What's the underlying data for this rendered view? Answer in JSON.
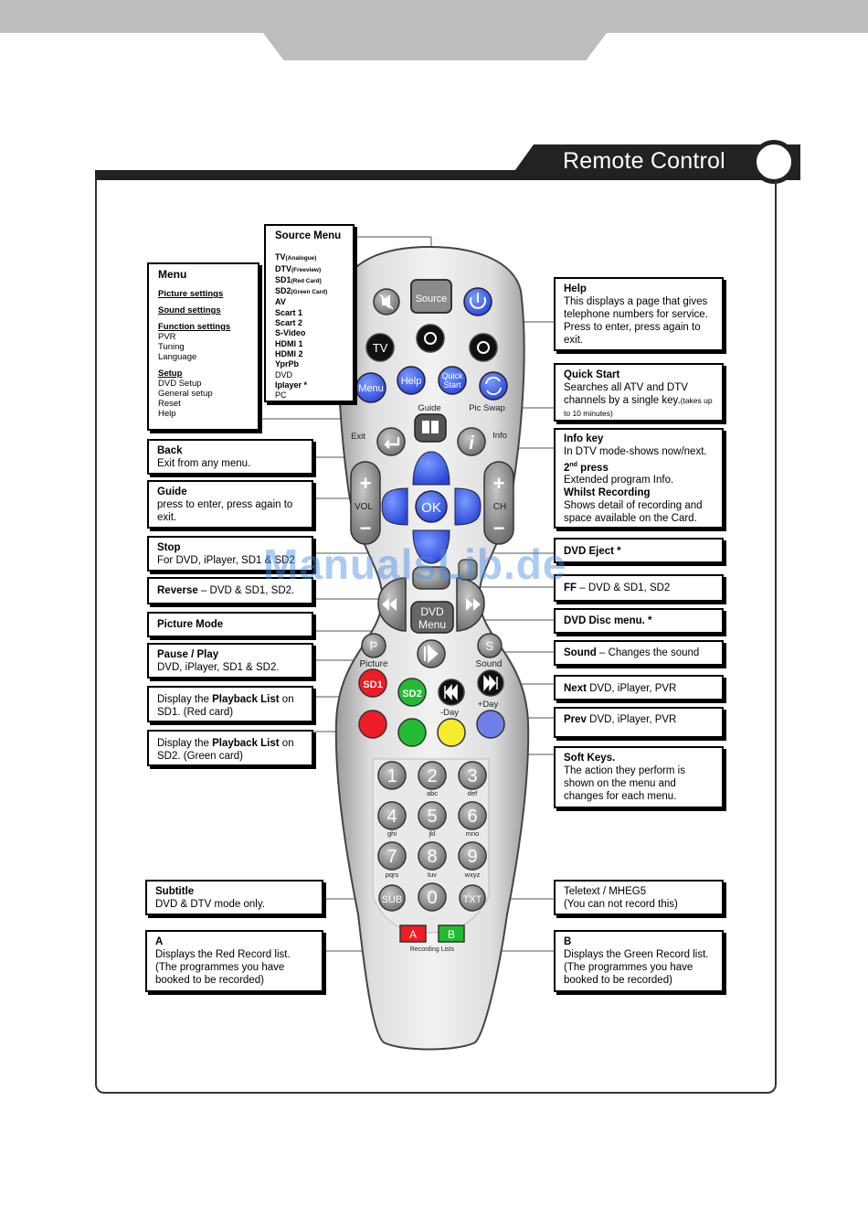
{
  "header": {
    "title": "Remote Control"
  },
  "watermark": "ManualsLib.de",
  "left_boxes": {
    "menu": {
      "title": "Menu",
      "picture": "Picture settings",
      "sound": "Sound settings",
      "function": "Function settings",
      "pvr": "PVR",
      "tuning": "Tuning",
      "language": "Language",
      "setup": "Setup",
      "dvd_setup": "DVD Setup",
      "general_setup": "General setup",
      "reset": "Reset",
      "help": "Help"
    },
    "back": {
      "title": "Back",
      "desc": "Exit from any menu."
    },
    "guide": {
      "title": "Guide",
      "desc": "press to enter, press again to exit."
    },
    "stop": {
      "title": "Stop",
      "desc": "For DVD, iPlayer, SD1 & SD2"
    },
    "reverse": {
      "title": "Reverse",
      "desc": " – DVD & SD1, SD2."
    },
    "picture_mode": {
      "title": "Picture Mode"
    },
    "pause": {
      "title": "Pause / Play",
      "desc": "DVD, iPlayer, SD1 & SD2."
    },
    "playlist_sd1": {
      "pre": "Display the ",
      "bold": "Playback List",
      "post": " on SD1. (Red card)"
    },
    "playlist_sd2": {
      "pre": "Display the ",
      "bold": "Playback List",
      "post": " on SD2. (Green card)"
    },
    "subtitle": {
      "title": "Subtitle",
      "desc": "DVD & DTV mode only."
    },
    "a": {
      "title": "A",
      "desc": "Displays the Red Record list. (The programmes you have booked to be recorded)"
    }
  },
  "source_menu": {
    "title": "Source Menu",
    "tv": "TV",
    "tv_note": "(Analogue)",
    "dtv": "DTV",
    "dtv_note": "(Freeview)",
    "sd1": "SD1",
    "sd1_note": "(Red Card)",
    "sd2": "SD2",
    "sd2_note": "(Green Card)",
    "av": "AV",
    "scart1": "Scart 1",
    "scart2": "Scart 2",
    "svideo": "S-Video",
    "hdmi1": "HDMI 1",
    "hdmi2": "HDMI 2",
    "ypbpr": "YprPb",
    "dvd": "DVD",
    "iplayer": "Iplayer  *",
    "pc": "PC"
  },
  "right_boxes": {
    "help": {
      "title": "Help",
      "desc": "This displays a page that gives telephone numbers  for service. Press to enter, press again to exit."
    },
    "quick_start": {
      "title": "Quick Start",
      "desc": "Searches all ATV and DTV channels by a single key.",
      "note": "(takes up to 10 minutes)"
    },
    "info": {
      "title": "Info key",
      "l1": "In DTV mode-shows now/next.",
      "l2a": "2",
      "l2sup": "nd",
      "l2b": " press",
      "l3": "Extended program Info.",
      "l4": "Whilst  Recording",
      "l5": "Shows detail of recording and space available on the Card."
    },
    "dvd_eject": {
      "title": "DVD Eject *"
    },
    "ff": {
      "title": "FF",
      "desc": " – DVD & SD1, SD2"
    },
    "dvd_disc_menu": {
      "title": "DVD Disc menu. *"
    },
    "sound": {
      "title": "Sound",
      "desc": " – Changes the sound"
    },
    "next": {
      "title": "Next",
      "desc": "  DVD, iPlayer, PVR"
    },
    "prev": {
      "title": "Prev",
      "desc": "  DVD, iPlayer, PVR"
    },
    "soft_keys": {
      "title": "Soft Keys.",
      "desc": "The action they perform is shown on the menu and changes for each menu."
    },
    "teletext": {
      "title": "Teletext / MHEG5",
      "desc": "(You can not record this)"
    },
    "b": {
      "title": "B",
      "desc": "Displays the Green Record list. (The programmes you have booked to be recorded)"
    }
  },
  "remote": {
    "source": "Source",
    "help": "Help",
    "quick1": "Quick",
    "quick2": "Start",
    "menu": "Menu",
    "tv": "TV",
    "guide": "Guide",
    "exit": "Exit",
    "info": "Info",
    "pic_swap": "Pic Swap",
    "vol": "VOL",
    "ch": "CH",
    "ok": "OK",
    "dvd1": "DVD",
    "dvd2": "Menu",
    "p": "P",
    "s": "S",
    "picture": "Picture",
    "sound": "Sound",
    "sd1": "SD1",
    "sd2": "SD2",
    "minus_day": "-Day",
    "plus_day": "+Day",
    "k1": "1",
    "k2": "2",
    "k3": "3",
    "k4": "4",
    "k5": "5",
    "k6": "6",
    "k7": "7",
    "k8": "8",
    "k9": "9",
    "k0": "0",
    "abc": "abc",
    "def": "def",
    "ghi": "ghi",
    "jkl": "jkl",
    "mno": "mno",
    "pqrs": "pqrs",
    "tuv": "tuv",
    "wxyz": "wxyz",
    "sub": "SUB",
    "txt": "TXT",
    "a": "A",
    "b": "B",
    "recording_lists": "Recording Lists",
    "plus": "+",
    "minus": "−"
  },
  "colors": {
    "red": "#ee1c24",
    "green": "#22bb33",
    "yellow": "#f4ec2c",
    "blue": "#3c4fe0",
    "accent_blue": "#2a57e8"
  }
}
